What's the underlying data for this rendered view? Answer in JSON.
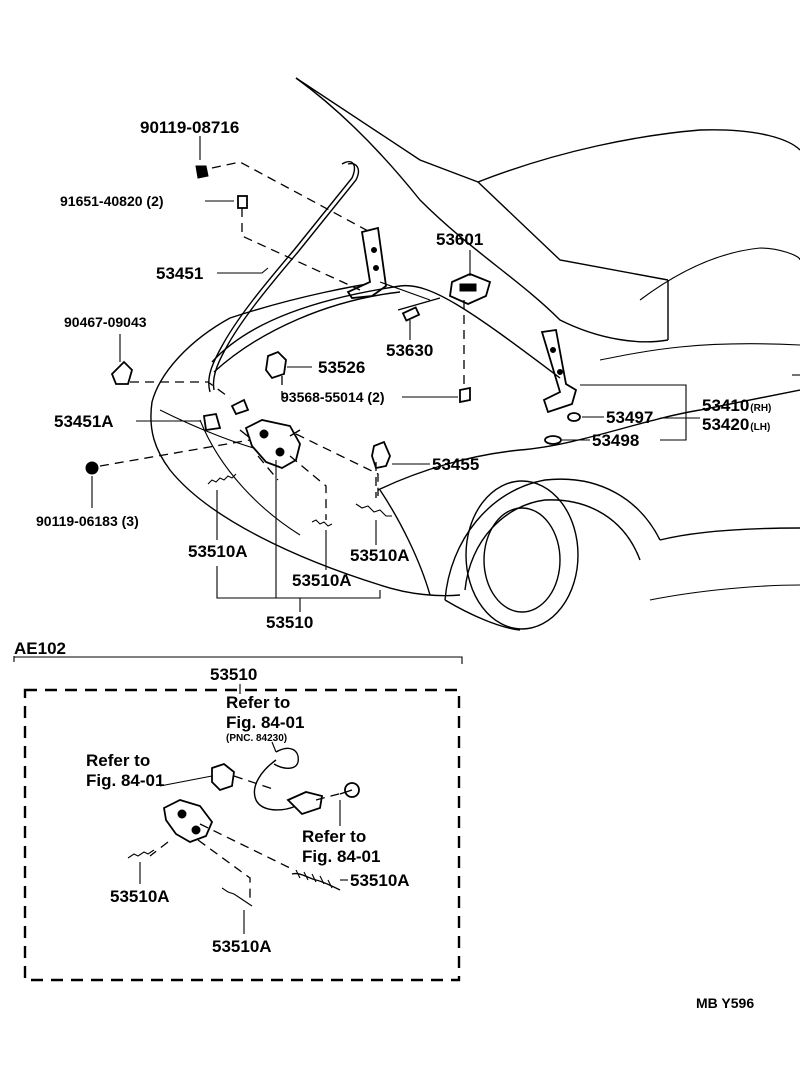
{
  "labels": {
    "p90119_08716": "90119-08716",
    "p91651_40820": "91651-40820 (2)",
    "p53451": "53451",
    "p53601": "53601",
    "p90467_09043": "90467-09043",
    "p53630": "53630",
    "p53526": "53526",
    "p93568_55014": "93568-55014 (2)",
    "p53451A": "53451A",
    "p53410": "53410",
    "p53410_side": "(RH)",
    "p53420": "53420",
    "p53420_side": "(LH)",
    "p53497": "53497",
    "p53498": "53498",
    "p53455": "53455",
    "p90119_06183": "90119-06183 (3)",
    "p53510A_left": "53510A",
    "p53510A_right": "53510A",
    "p53510A_mid": "53510A",
    "p53510": "53510"
  },
  "inset": {
    "title": "AE102",
    "part": "53510",
    "ref_top_1": "Refer to",
    "ref_top_2": "Fig. 84-01",
    "ref_top_3": "(PNC. 84230)",
    "ref_left_1": "Refer to",
    "ref_left_2": "Fig. 84-01",
    "ref_right_1": "Refer to",
    "ref_right_2": "Fig. 84-01",
    "spring_right": "53510A",
    "spring_left": "53510A",
    "spring_bottom": "53510A"
  },
  "footer_code": "MB  Y596"
}
